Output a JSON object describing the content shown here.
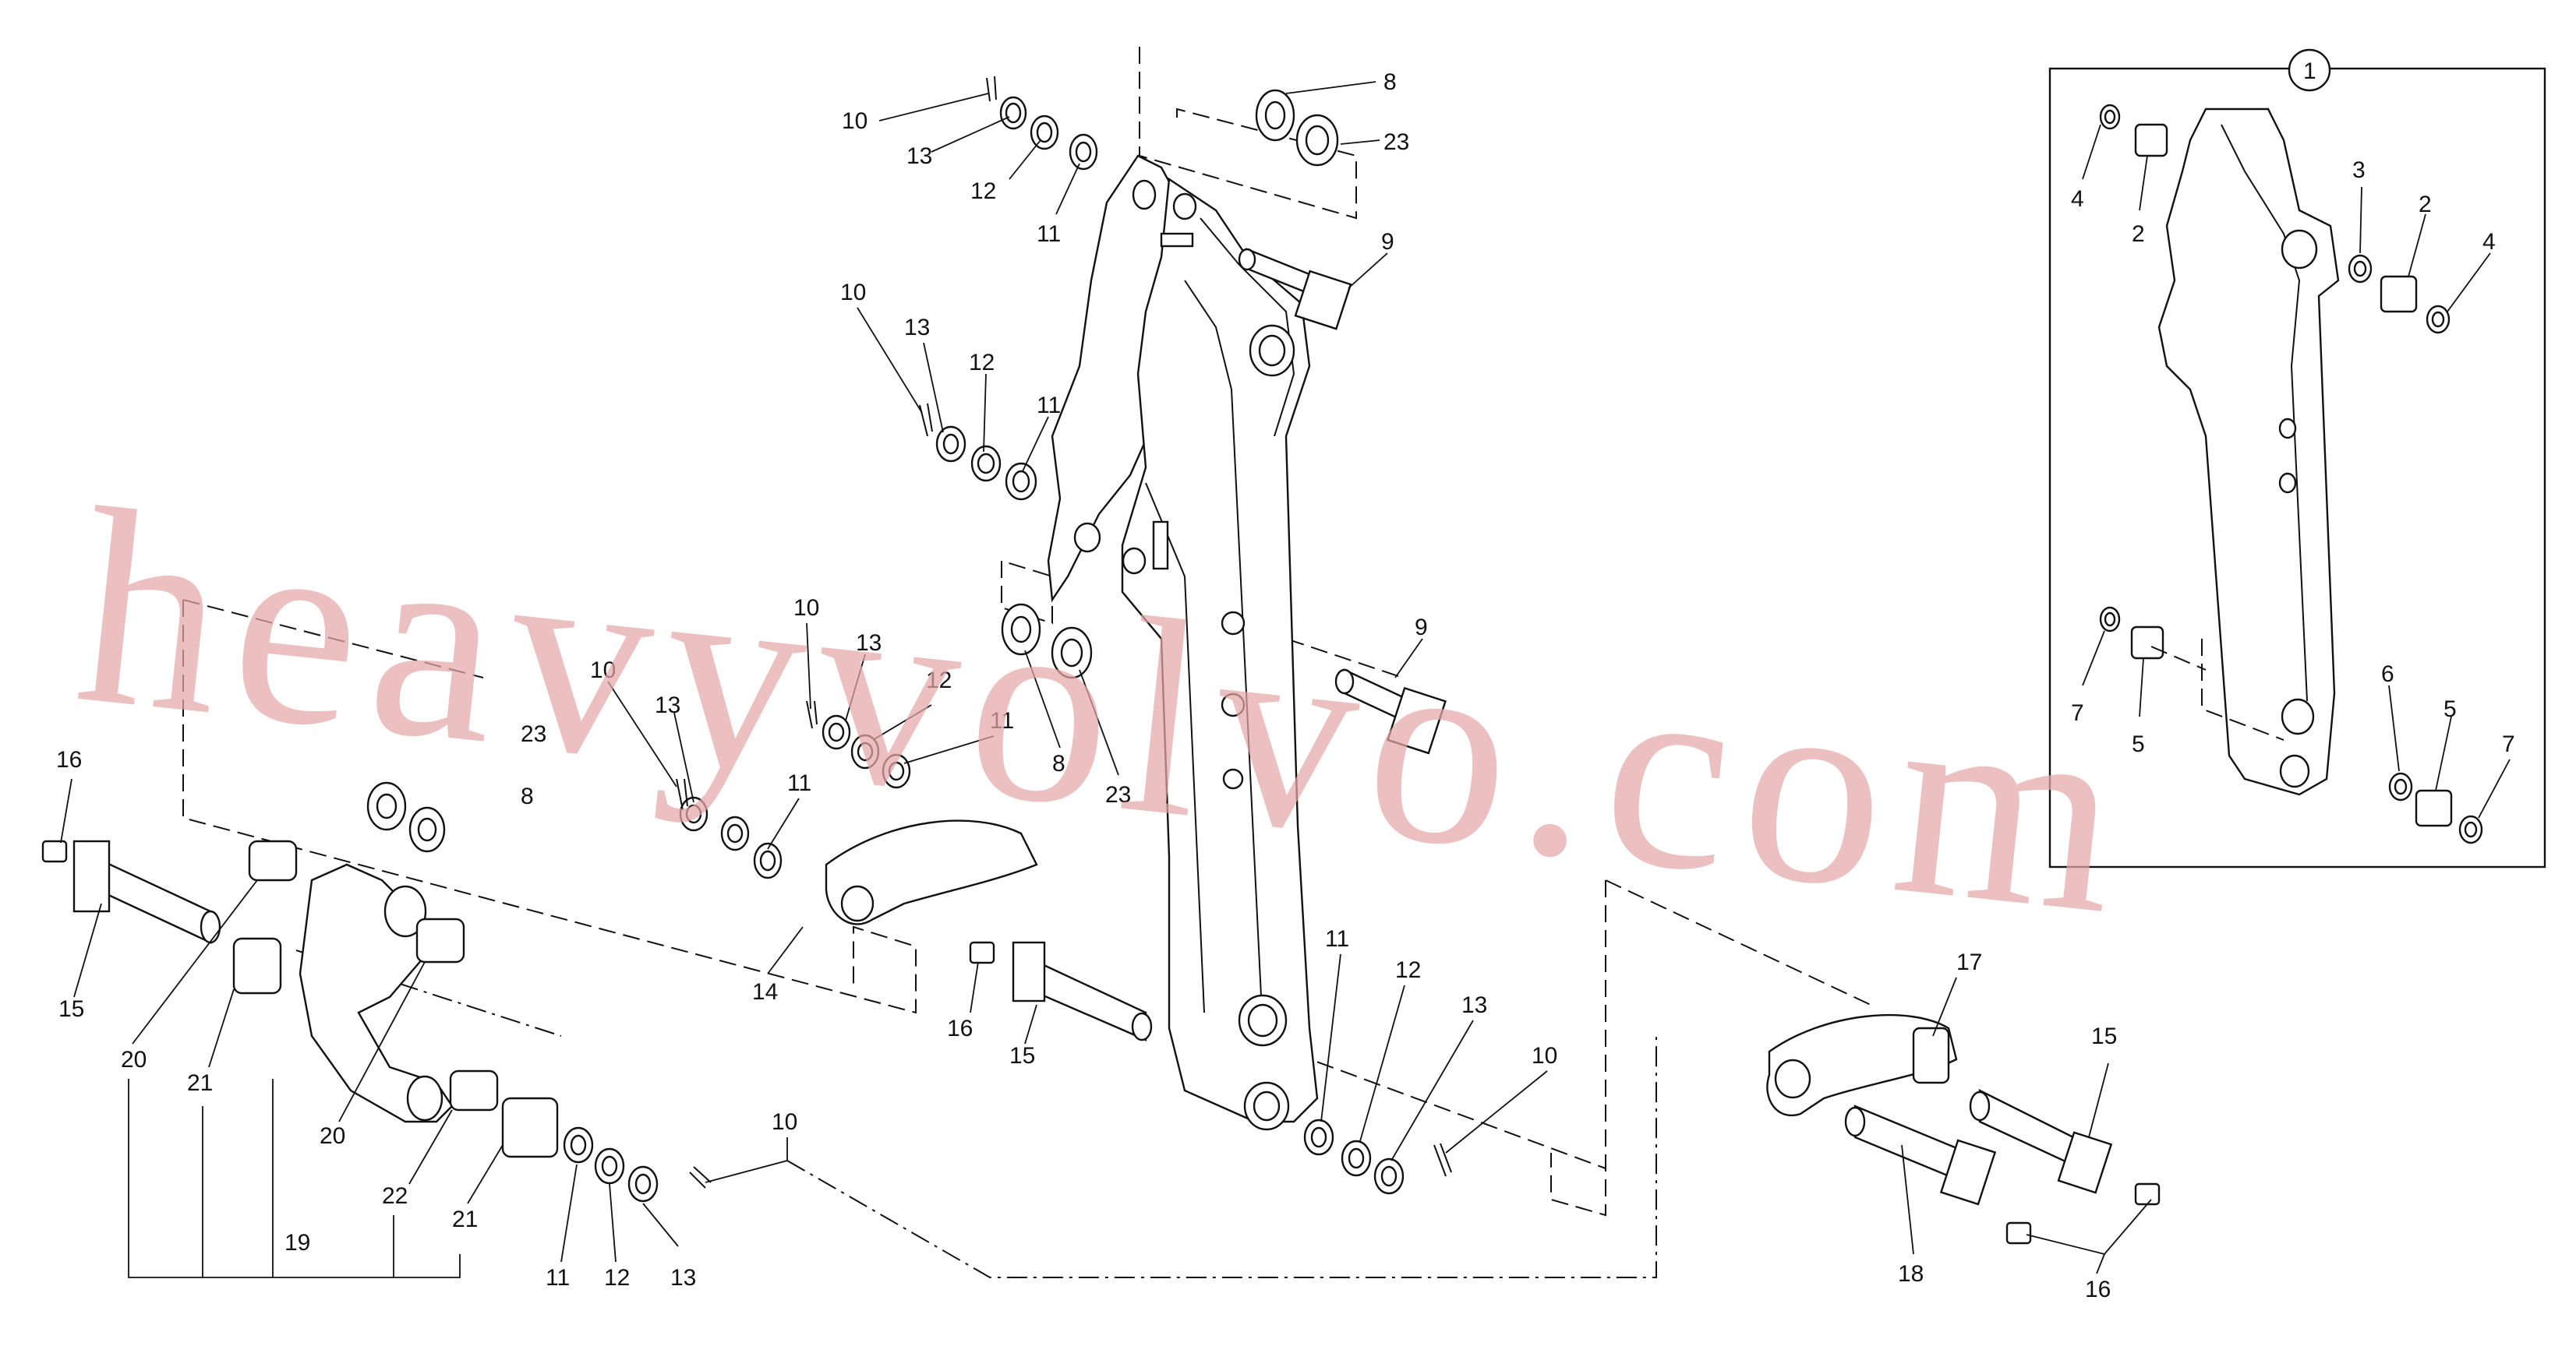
{
  "watermark": "heavyvolvo.com",
  "inset_badge": "1",
  "labels": {
    "l10a": "10",
    "l13a": "13",
    "l12a": "12",
    "l11a": "11",
    "l8a": "8",
    "l23a": "23",
    "l9a": "9",
    "l10b": "10",
    "l13b": "13",
    "l12b": "12",
    "l11b": "11",
    "l9b": "9",
    "l8b": "8",
    "l23b": "23",
    "l10c": "10",
    "l13c": "13",
    "l12c": "12",
    "l11c": "11",
    "l10d": "10",
    "l13d": "13",
    "l11d": "11",
    "l23c": "23",
    "l8c": "8",
    "l14": "14",
    "l16a": "16",
    "l15a": "15",
    "l20a": "20",
    "l21a": "21",
    "l20b": "20",
    "l22": "22",
    "l21b": "21",
    "l19": "19",
    "l10e": "10",
    "l11e": "11",
    "l12e": "12",
    "l13e": "13",
    "l16b": "16",
    "l15b": "15",
    "l11f": "11",
    "l12f": "12",
    "l13f": "13",
    "l10f": "10",
    "l17": "17",
    "l15c": "15",
    "l18": "18",
    "l16c": "16",
    "i4a": "4",
    "i2a": "2",
    "i3": "3",
    "i2b": "2",
    "i4b": "4",
    "i7a": "7",
    "i5a": "5",
    "i6": "6",
    "i5b": "5",
    "i7b": "7"
  }
}
